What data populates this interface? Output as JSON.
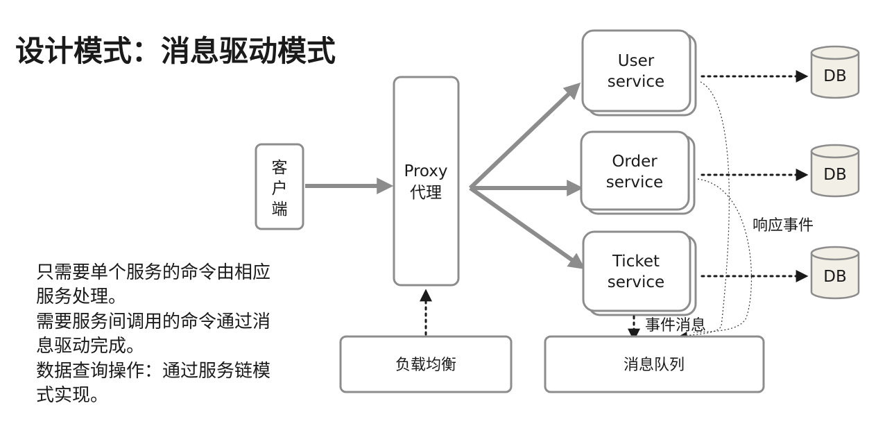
{
  "title": "设计模式：消息驱动模式",
  "client": {
    "chars": [
      "客",
      "户",
      "端"
    ]
  },
  "proxy": {
    "line1": "Proxy",
    "line2": "代理"
  },
  "services": [
    {
      "line1": "User",
      "line2": "service",
      "db": "DB"
    },
    {
      "line1": "Order",
      "line2": "service",
      "db": "DB"
    },
    {
      "line1": "Ticket",
      "line2": "service",
      "db": "DB"
    }
  ],
  "load_balancer": "负载均衡",
  "message_queue": "消息队列",
  "response_event": "响应事件",
  "event_message": "事件消息",
  "notes": [
    "只需要单个服务的命令由相应",
    "服务处理。",
    "需要服务间调用的命令通过消",
    "息驱动完成。",
    "数据查询操作：通过服务链模",
    "式实现。"
  ],
  "colors": {
    "box_stroke": "#8c8c8c",
    "text": "#1a1a1a",
    "db_fill": "#f2efe6"
  }
}
